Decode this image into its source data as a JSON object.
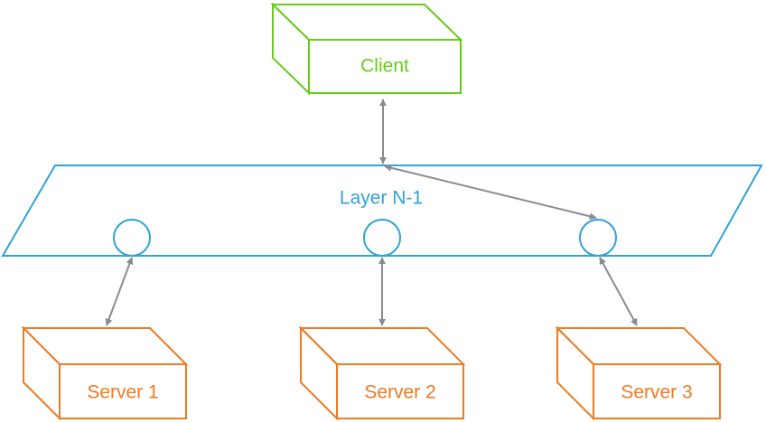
{
  "diagram": {
    "client": {
      "label": "Client"
    },
    "layer": {
      "label": "Layer N-1"
    },
    "servers": [
      {
        "label": "Server 1"
      },
      {
        "label": "Server 2"
      },
      {
        "label": "Server 3"
      }
    ]
  },
  "colors": {
    "client": "#66cc1a",
    "layer": "#2ea3d8",
    "server": "#ee7a22",
    "arrow": "#8a8a94"
  }
}
